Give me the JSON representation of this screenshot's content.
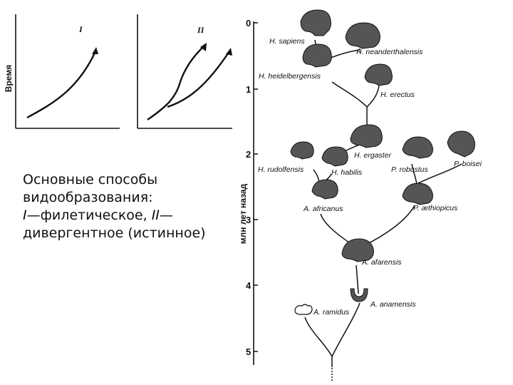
{
  "left_graphs": {
    "y_axis_label": "Время",
    "graph1_label": "I",
    "graph2_label": "II"
  },
  "caption": {
    "line1": "Основные способы",
    "line2": "видообразования:",
    "line3_roman": "I",
    "line3_text": "—филетическое, ",
    "line3_roman2": "II",
    "line3_tail": "—",
    "line4": "дивергентное (истинное)"
  },
  "tree": {
    "axis_title": "млн лет назад",
    "ticks": [
      "0",
      "1",
      "2",
      "3",
      "4",
      "5"
    ],
    "species": {
      "sapiens": "H. sapiens",
      "neanderthalensis": "H. neanderthalensis",
      "heidelbergensis": "H. heidelbergensis",
      "erectus": "H. erectus",
      "ergaster": "H. ergaster",
      "rudolfensis": "H. rudolfensis",
      "habilis": "H. habilis",
      "robustus": "P. robustus",
      "boisei": "P. boisei",
      "africanus": "A. africanus",
      "aethiopicus": "P. æthiopicus",
      "afarensis": "A. afarensis",
      "anamensis": "A. anamensis",
      "ramidus": "A. ramidus"
    }
  }
}
